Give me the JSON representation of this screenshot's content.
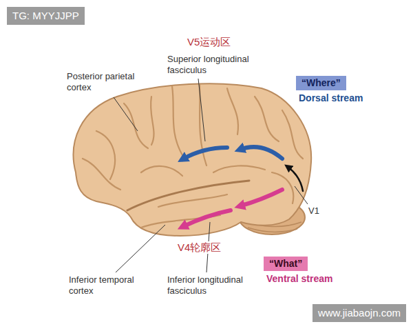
{
  "diagram": {
    "nodes": [
      {
        "text": [
          "TG: MYYJJPP"
        ]
      },
      {
        "text": [
          "“Where”",
          "Dorsal stream"
        ]
      },
      {
        "text": [
          "“What”",
          "Ventral stream"
        ]
      },
      {
        "text": [
          "www.jiabaojn.com"
        ]
      }
    ],
    "labels": [
      "V5运动区",
      "Superior longitudinal fasciculus",
      "Posterior parietal cortex",
      "V1",
      "V4轮廓区",
      "Inferior temporal cortex",
      "Inferior longitudinal fasciculus"
    ]
  }
}
